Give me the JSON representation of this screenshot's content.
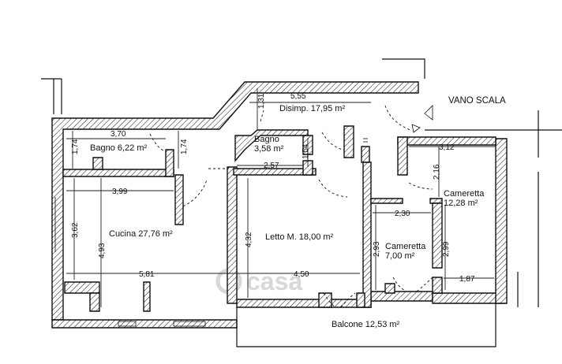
{
  "rooms": {
    "disimpegno": "Disimp. 17,95 m²",
    "bagno1": "Bagno 6,22 m²",
    "bagno2_name": "Bagno",
    "bagno2_area": "3,58 m²",
    "cucina": "Cucina 27,76 m²",
    "letto": "Letto M. 18,00 m²",
    "cameretta1_name": "Cameretta",
    "cameretta1_area": "7,00 m²",
    "cameretta2_name": "Cameretta",
    "cameretta2_area": "12,28 m²",
    "balcone": "Balcone 12,53 m²",
    "vano_scala": "VANO SCALA"
  },
  "dims": {
    "d555": "5,55",
    "d131": "1,31",
    "d370": "3,70",
    "d174a": "1,74",
    "d174b": "1,74",
    "d257": "2,57",
    "d154": "1,54",
    "d312": "3,12",
    "d216": "2,16",
    "d399": "3,99",
    "d362": "3,62",
    "d493": "4,93",
    "d432": "4,32",
    "d230": "2,30",
    "d293": "2,93",
    "d299": "2,99",
    "d581": "5,81",
    "d450": "4,50",
    "d187": "1,87"
  },
  "watermark": "casa"
}
